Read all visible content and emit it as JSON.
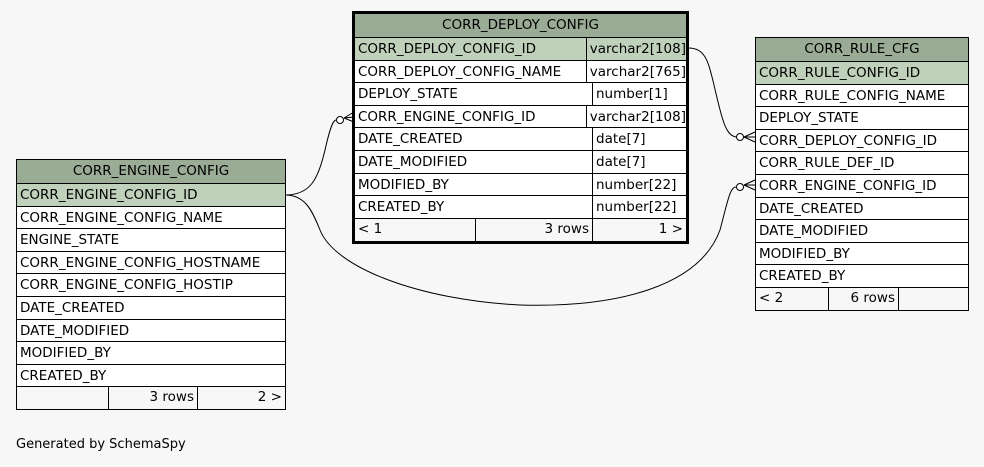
{
  "tables": {
    "deploy": {
      "name": "CORR_DEPLOY_CONFIG",
      "columns": [
        {
          "name": "CORR_DEPLOY_CONFIG_ID",
          "type": "varchar2[108]",
          "pk": true
        },
        {
          "name": "CORR_DEPLOY_CONFIG_NAME",
          "type": "varchar2[765]"
        },
        {
          "name": "DEPLOY_STATE",
          "type": "number[1]"
        },
        {
          "name": "CORR_ENGINE_CONFIG_ID",
          "type": "varchar2[108]"
        },
        {
          "name": "DATE_CREATED",
          "type": "date[7]"
        },
        {
          "name": "DATE_MODIFIED",
          "type": "date[7]"
        },
        {
          "name": "MODIFIED_BY",
          "type": "number[22]"
        },
        {
          "name": "CREATED_BY",
          "type": "number[22]"
        }
      ],
      "footer": {
        "parents": "< 1",
        "rows": "3 rows",
        "children": "1 >"
      }
    },
    "engine": {
      "name": "CORR_ENGINE_CONFIG",
      "columns": [
        {
          "name": "CORR_ENGINE_CONFIG_ID",
          "pk": true
        },
        {
          "name": "CORR_ENGINE_CONFIG_NAME"
        },
        {
          "name": "ENGINE_STATE"
        },
        {
          "name": "CORR_ENGINE_CONFIG_HOSTNAME"
        },
        {
          "name": "CORR_ENGINE_CONFIG_HOSTIP"
        },
        {
          "name": "DATE_CREATED"
        },
        {
          "name": "DATE_MODIFIED"
        },
        {
          "name": "MODIFIED_BY"
        },
        {
          "name": "CREATED_BY"
        }
      ],
      "footer": {
        "parents": "",
        "rows": "3 rows",
        "children": "2 >"
      }
    },
    "rule": {
      "name": "CORR_RULE_CFG",
      "columns": [
        {
          "name": "CORR_RULE_CONFIG_ID",
          "pk": true
        },
        {
          "name": "CORR_RULE_CONFIG_NAME"
        },
        {
          "name": "DEPLOY_STATE"
        },
        {
          "name": "CORR_DEPLOY_CONFIG_ID"
        },
        {
          "name": "CORR_RULE_DEF_ID"
        },
        {
          "name": "CORR_ENGINE_CONFIG_ID"
        },
        {
          "name": "DATE_CREATED"
        },
        {
          "name": "DATE_MODIFIED"
        },
        {
          "name": "MODIFIED_BY"
        },
        {
          "name": "CREATED_BY"
        }
      ],
      "footer": {
        "parents": "< 2",
        "rows": "6 rows",
        "children": ""
      }
    }
  },
  "footer_text": "Generated by SchemaSpy",
  "colors": {
    "header": "#9aab96",
    "pk_row": "#bfd1bb",
    "background": "#f7f7f7"
  }
}
